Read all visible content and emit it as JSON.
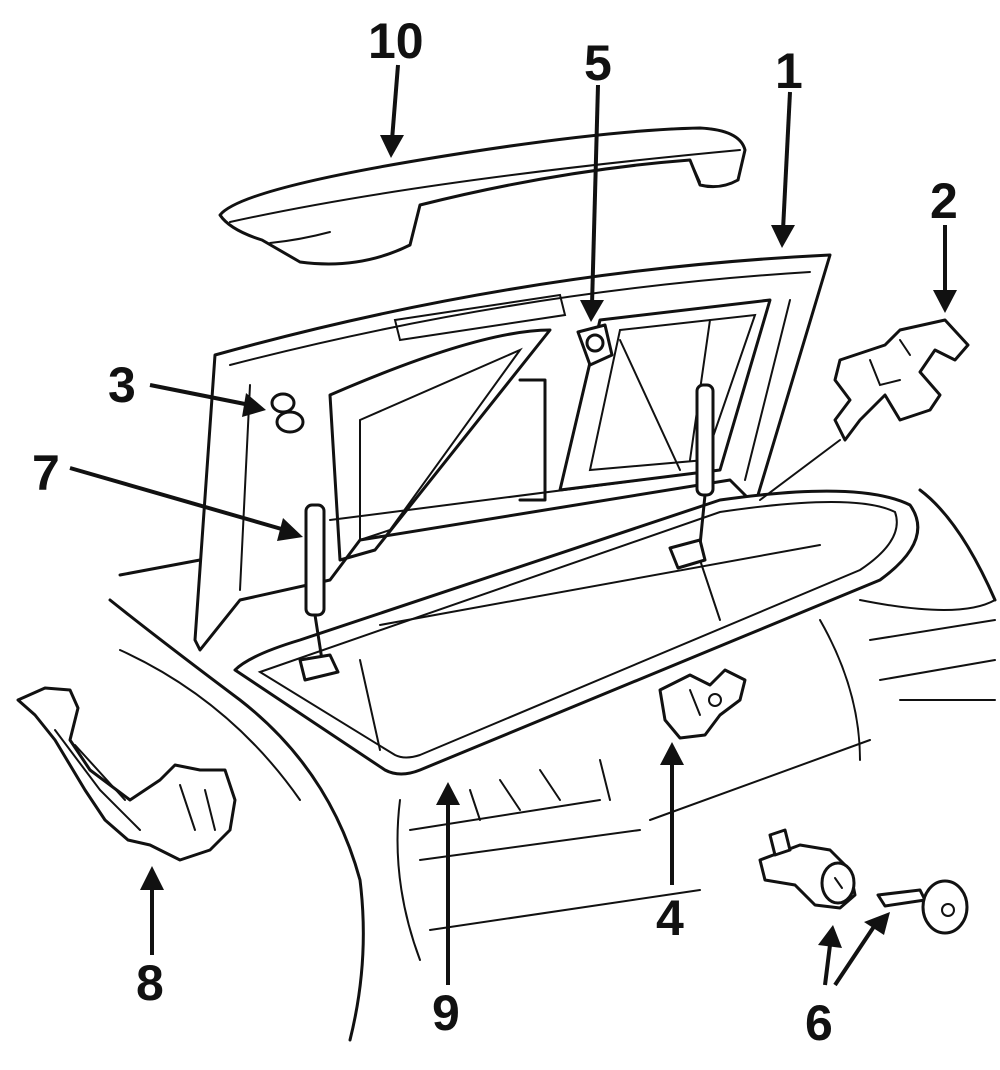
{
  "callouts": {
    "c1": "1",
    "c2": "2",
    "c3": "3",
    "c4": "4",
    "c5": "5",
    "c6": "6",
    "c7": "7",
    "c8": "8",
    "c9": "9",
    "c10": "10"
  },
  "parts": [
    "trunk-lid",
    "hinge",
    "bumper",
    "latch",
    "striker",
    "lock-cylinder-and-key",
    "lift-support-strut",
    "hinge-assembly",
    "weatherstrip",
    "spoiler"
  ]
}
